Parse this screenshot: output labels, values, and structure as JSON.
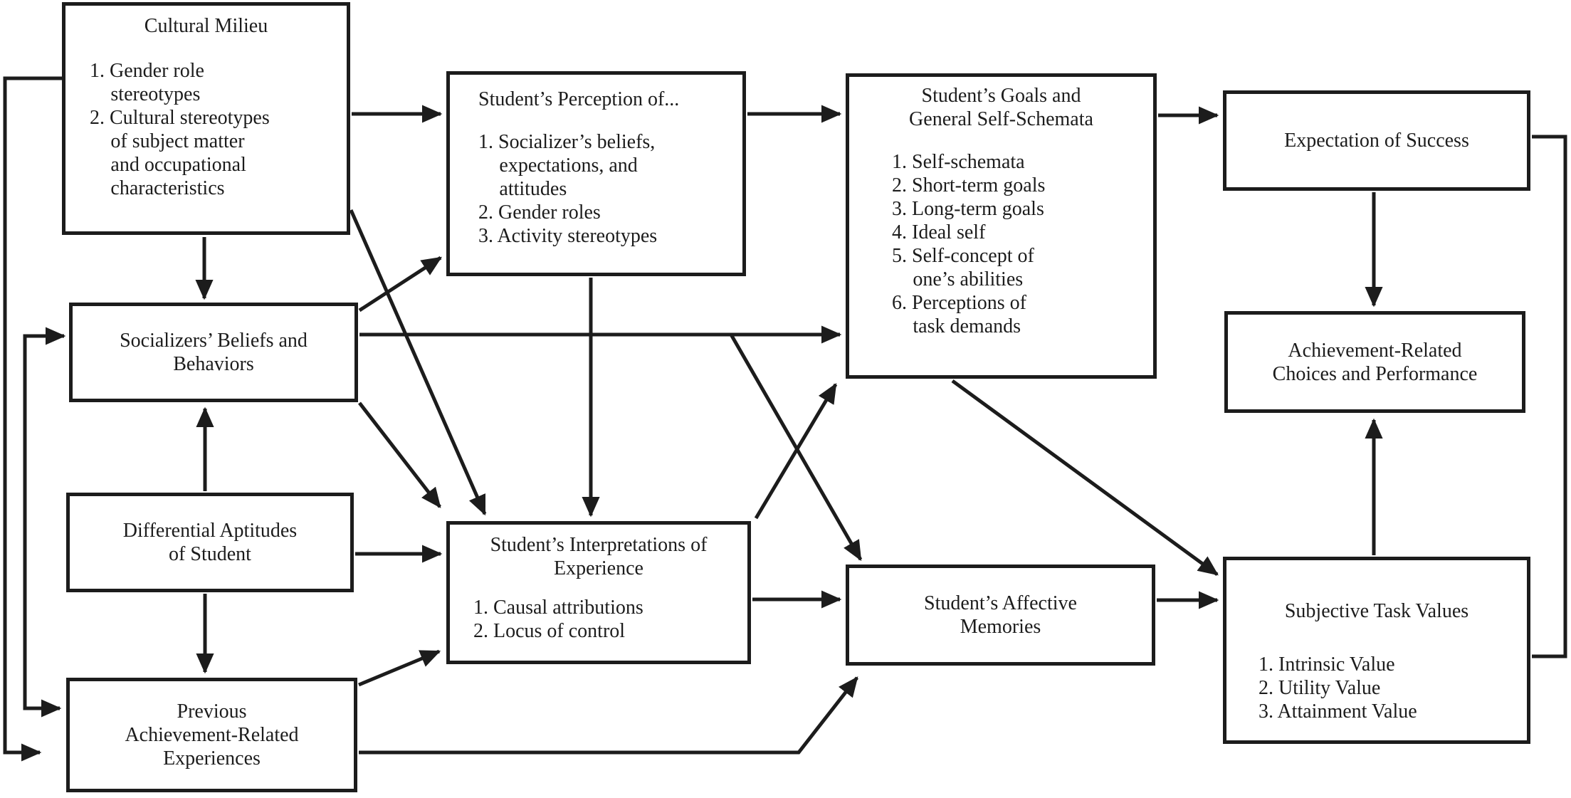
{
  "figure": {
    "background_color": "#ffffff",
    "line_color": "#1c1c1c"
  },
  "boxes": {
    "cultural_milieu": {
      "title": "Cultural Milieu",
      "items": [
        "1. Gender role\nstereotypes",
        "2. Cultural stereotypes\nof subject matter\nand occupational\ncharacteristics"
      ]
    },
    "students_perception": {
      "title": "Student’s Perception of...",
      "items": [
        "1. Socializer’s beliefs,\nexpectations, and\nattitudes",
        "2. Gender roles",
        "3. Activity stereotypes"
      ]
    },
    "students_goals": {
      "title": "Student’s Goals and\nGeneral Self-Schemata",
      "items": [
        "1. Self-schemata",
        "2. Short-term goals",
        "3. Long-term goals",
        "4. Ideal self",
        "5. Self-concept of\none’s abilities",
        "6. Perceptions of\ntask demands"
      ]
    },
    "expectation_of_success": {
      "title": "Expectation of Success"
    },
    "socializers_beliefs": {
      "title": "Socializers’ Beliefs and\nBehaviors"
    },
    "differential_aptitudes": {
      "title": "Differential Aptitudes\nof Student"
    },
    "students_interpretations": {
      "title": "Student’s Interpretations of\nExperience",
      "items": [
        "1. Causal attributions",
        "2. Locus of control"
      ]
    },
    "students_affective_memories": {
      "title": "Student’s Affective\nMemories"
    },
    "achievement_choices": {
      "title": "Achievement-Related\nChoices and Performance"
    },
    "subjective_task_values": {
      "title": "Subjective Task Values",
      "items": [
        "1. Intrinsic Value",
        "2. Utility Value",
        "3. Attainment Value"
      ]
    },
    "previous_experiences": {
      "title": "Previous\nAchievement-Related\nExperiences"
    }
  },
  "edges": [
    {
      "from": "cultural_milieu",
      "to": "socializers_beliefs",
      "style": "arrow"
    },
    {
      "from": "cultural_milieu",
      "to": "students_perception",
      "style": "arrow"
    },
    {
      "from": "cultural_milieu",
      "to": "students_interpretations",
      "style": "arrow"
    },
    {
      "from": "cultural_milieu",
      "to": "previous_experiences",
      "style": "arrow"
    },
    {
      "from": "socializers_beliefs",
      "to": "students_perception",
      "style": "arrow"
    },
    {
      "from": "socializers_beliefs",
      "to": "students_goals",
      "style": "arrow"
    },
    {
      "from": "socializers_beliefs",
      "to": "students_affective_memories",
      "style": "arrow"
    },
    {
      "from": "socializers_beliefs",
      "to": "students_interpretations",
      "style": "arrow"
    },
    {
      "from": "socializers_beliefs",
      "to": "previous_experiences",
      "style": "double-arrow"
    },
    {
      "from": "students_perception",
      "to": "students_goals",
      "style": "arrow"
    },
    {
      "from": "students_perception",
      "to": "students_interpretations",
      "style": "arrow"
    },
    {
      "from": "students_goals",
      "to": "expectation_of_success",
      "style": "arrow"
    },
    {
      "from": "students_goals",
      "to": "subjective_task_values",
      "style": "arrow"
    },
    {
      "from": "expectation_of_success",
      "to": "achievement_choices",
      "style": "arrow"
    },
    {
      "from": "expectation_of_success",
      "to": "subjective_task_values",
      "style": "undirected"
    },
    {
      "from": "subjective_task_values",
      "to": "achievement_choices",
      "style": "arrow"
    },
    {
      "from": "differential_aptitudes",
      "to": "socializers_beliefs",
      "style": "arrow"
    },
    {
      "from": "differential_aptitudes",
      "to": "previous_experiences",
      "style": "arrow"
    },
    {
      "from": "differential_aptitudes",
      "to": "students_interpretations",
      "style": "arrow"
    },
    {
      "from": "previous_experiences",
      "to": "students_interpretations",
      "style": "arrow"
    },
    {
      "from": "previous_experiences",
      "to": "students_affective_memories",
      "style": "arrow"
    },
    {
      "from": "students_interpretations",
      "to": "students_goals",
      "style": "arrow"
    },
    {
      "from": "students_interpretations",
      "to": "students_affective_memories",
      "style": "arrow"
    },
    {
      "from": "students_affective_memories",
      "to": "subjective_task_values",
      "style": "arrow"
    }
  ]
}
